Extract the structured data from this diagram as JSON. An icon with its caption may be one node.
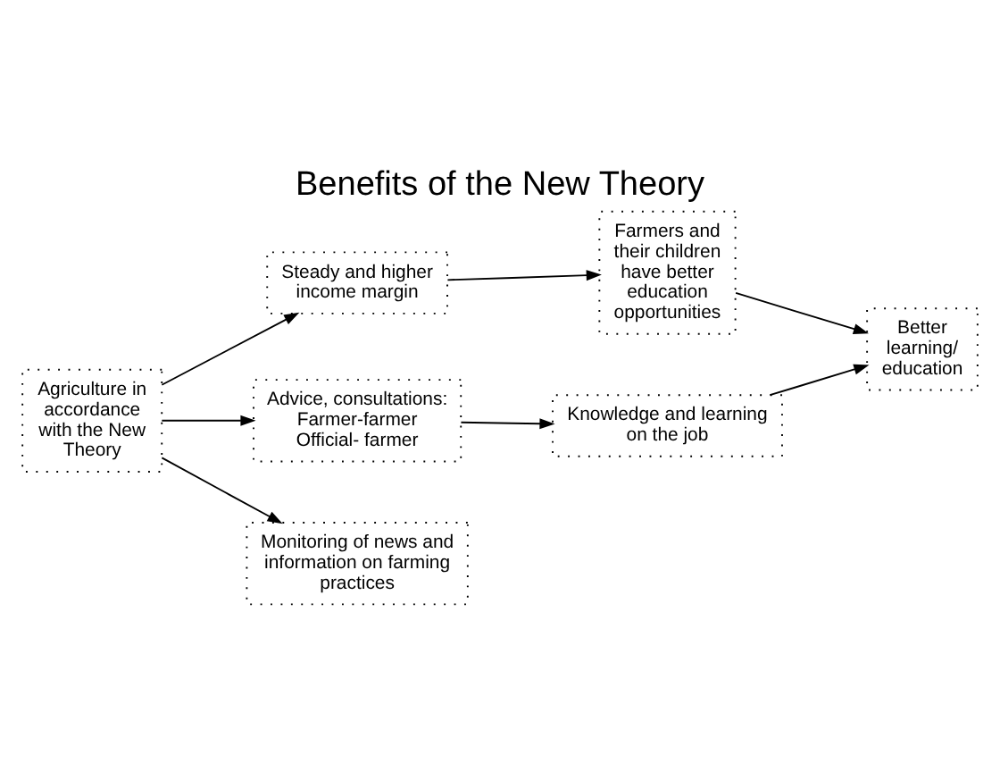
{
  "diagram": {
    "title": "Benefits of the New Theory",
    "nodes": [
      {
        "text": [
          "Agriculture in accordance with the New Theory"
        ]
      },
      {
        "text": [
          "Steady and higher income margin"
        ]
      },
      {
        "text": [
          "Advice, consultations: Farmer-farmer Official- farmer"
        ]
      },
      {
        "text": [
          "Monitoring of news and information on farming practices"
        ]
      },
      {
        "text": [
          "Farmers and their children have better education opportunities"
        ]
      },
      {
        "text": [
          "Better learning/ education"
        ]
      },
      {
        "text": [
          "Knowledge and learning on the job"
        ]
      }
    ],
    "edges": [
      {
        "from": 0,
        "to": 1,
        "arrow": "to"
      },
      {
        "from": 0,
        "to": 2,
        "arrow": "to"
      },
      {
        "from": 0,
        "to": 3,
        "arrow": "to"
      },
      {
        "from": 1,
        "to": 4,
        "arrow": "to"
      },
      {
        "from": 4,
        "to": 5,
        "arrow": "to"
      },
      {
        "from": 2,
        "to": 6,
        "arrow": "to"
      },
      {
        "from": 6,
        "to": 5,
        "arrow": "to"
      }
    ]
  }
}
